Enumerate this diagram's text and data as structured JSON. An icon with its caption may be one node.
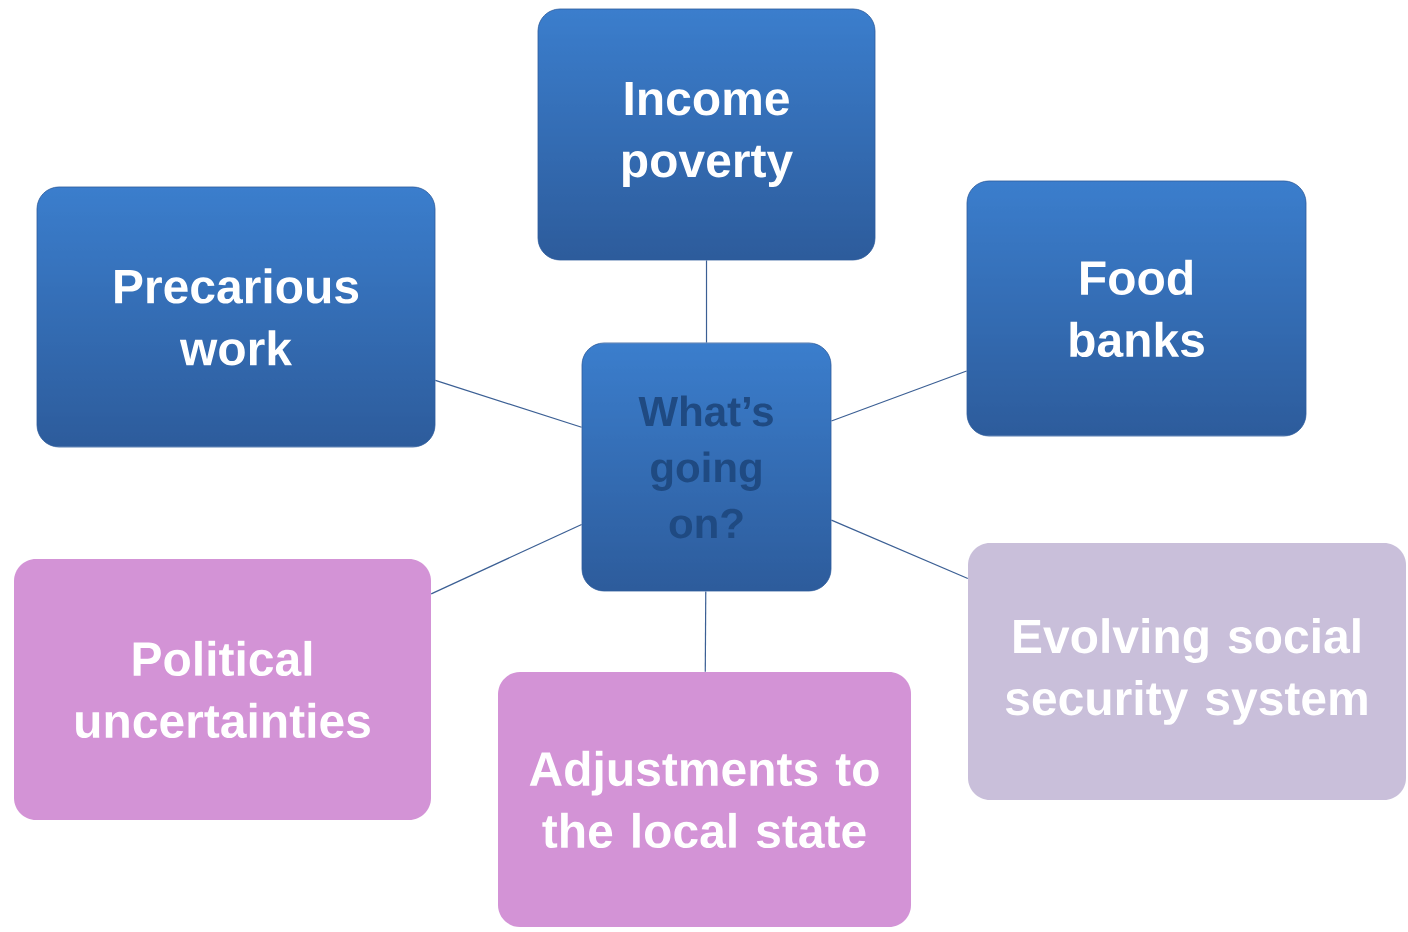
{
  "diagram": {
    "nodes": [
      {
        "text": [
          "Income poverty"
        ]
      },
      {
        "text": [
          "Food banks"
        ]
      },
      {
        "text": [
          "Precarious work"
        ]
      },
      {
        "text": [
          "What’s going on?"
        ]
      },
      {
        "text": [
          "Evolving social security system"
        ]
      },
      {
        "text": [
          "Political uncertainties"
        ]
      },
      {
        "text": [
          "Adjustments to the local state"
        ]
      }
    ],
    "edges": [
      {
        "from": 3,
        "to": 0,
        "arrow": "none"
      },
      {
        "from": 3,
        "to": 1,
        "arrow": "none"
      },
      {
        "from": 3,
        "to": 2,
        "arrow": "none"
      },
      {
        "from": 3,
        "to": 4,
        "arrow": "none"
      },
      {
        "from": 3,
        "to": 5,
        "arrow": "none"
      },
      {
        "from": 3,
        "to": 6,
        "arrow": "none"
      }
    ]
  }
}
